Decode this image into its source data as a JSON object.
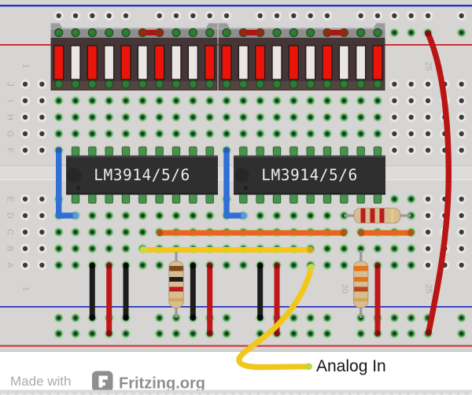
{
  "board": {
    "row_labels_upper": [
      "J",
      "I",
      "H",
      "G",
      "F"
    ],
    "row_labels_lower": [
      "E",
      "D",
      "C",
      "B",
      "A"
    ],
    "col_labels_top": [
      {
        "text": "1",
        "col": 1
      },
      {
        "text": "25",
        "col": 25
      }
    ],
    "col_labels_bottom": [
      {
        "text": "1",
        "col": 1
      },
      {
        "text": "20",
        "col": 20
      },
      {
        "text": "25",
        "col": 25
      }
    ]
  },
  "components": {
    "ic1": {
      "label": "LM3914/5/6"
    },
    "ic2": {
      "label": "LM3914/5/6"
    },
    "bargraph1": {
      "segments": [
        1,
        0,
        1,
        0,
        1,
        0,
        1,
        0,
        0,
        1
      ]
    },
    "bargraph2": {
      "segments": [
        1,
        0,
        1,
        0,
        1,
        0,
        1,
        0,
        0,
        1
      ]
    }
  },
  "annotations": {
    "analog_in": "Analog In"
  },
  "footer": {
    "made_with": "Made with",
    "brand": "Fritzing.org"
  },
  "colors": {
    "board": "#d6d5d3",
    "hole_bezel": "#e8e6e4",
    "hole_dark": "#3a3a3a",
    "hole_glow": "#aed3ab",
    "hole_green": "#4a9a50",
    "hole_green_dark": "#153f18",
    "rail_blue": "#2b34bf",
    "rail_red": "#cd3232",
    "segment_on": "#ec1408",
    "segment_off": "#eae6e5",
    "display_body": "#443636",
    "display_bevel": "#8e8e8e",
    "pin_green": "#2f7c35",
    "ic_body": "#2f2f2f",
    "ic_text": "#ececec",
    "wire_red": "#bf1717",
    "wire_black": "#1c1c1c",
    "wire_blue": "#2f6fd6",
    "wire_orange": "#e8661a",
    "wire_yellow": "#f1c71c",
    "resistor_body": "#d7bd93",
    "band_red": "#b91d1d",
    "band_brown": "#7c4a1e",
    "band_black": "#1e1e1e",
    "band_orange": "#e0761a",
    "band_gold": "#cfa852",
    "footer_gray": "#8f8f8f",
    "text_black": "#141414"
  }
}
